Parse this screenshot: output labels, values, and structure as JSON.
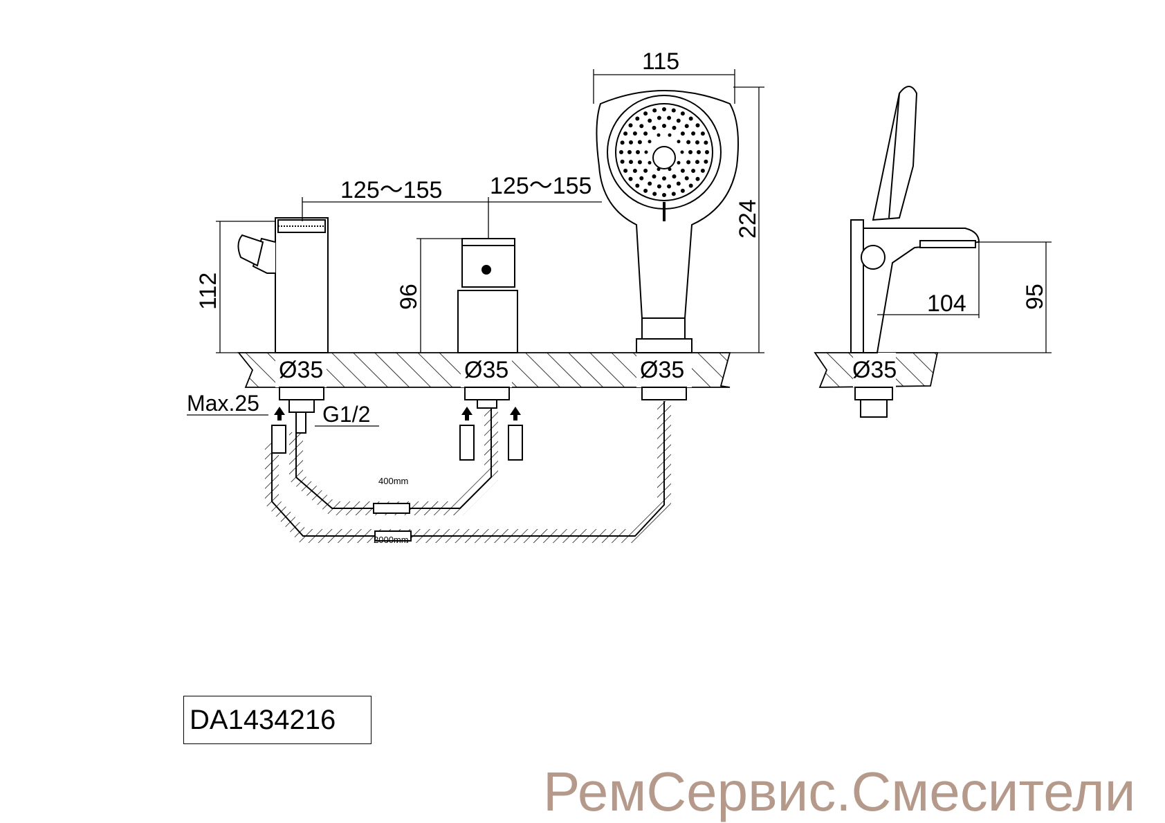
{
  "model_number": "DA1434216",
  "watermark": "РемСервис.Смесители",
  "dimensions": {
    "spacing_left": "125～155",
    "spacing_right": "125～155",
    "shower_head_width": "115",
    "shower_height": "224",
    "mixer_height": "112",
    "valve_height": "96",
    "spout_reach": "104",
    "spout_height": "95",
    "hole_diameter": "Ø35",
    "max_deck_thickness": "Max.25",
    "thread": "G1/2",
    "hose_short": "400mm",
    "hose_long": "2000mm"
  }
}
